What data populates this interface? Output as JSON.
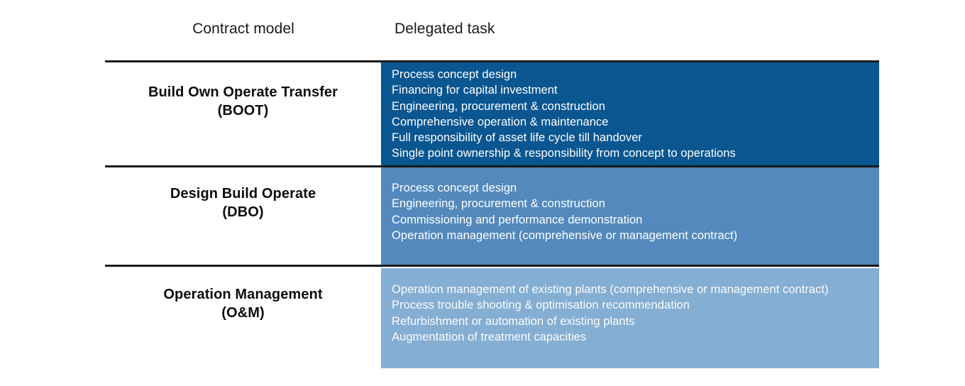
{
  "headers": {
    "contract_model": "Contract model",
    "delegated_task": "Delegated task"
  },
  "colors": {
    "boot": "#0a5691",
    "dbo": "#5389bd",
    "om": "#84aed2",
    "rule": "#1a1a1a",
    "text_light": "#ffffff",
    "text_dark": "#0d0d0d",
    "background": "#ffffff"
  },
  "rows": [
    {
      "id": "boot",
      "label_line1": "Build Own Operate Transfer",
      "label_line2": "(BOOT)",
      "tasks": [
        "Process concept design",
        "Financing for capital investment",
        "Engineering, procurement & construction",
        "Comprehensive operation & maintenance",
        "Full responsibility of asset life cycle till handover",
        "Single point ownership & responsibility from concept to operations"
      ]
    },
    {
      "id": "dbo",
      "label_line1": "Design Build Operate",
      "label_line2": "(DBO)",
      "tasks": [
        "Process concept design",
        "Engineering, procurement & construction",
        "Commissioning and performance demonstration",
        "Operation management (comprehensive or management contract)"
      ]
    },
    {
      "id": "om",
      "label_line1": "Operation Management",
      "label_line2": "(O&M)",
      "tasks": [
        "Operation management of existing plants (comprehensive or management contract)",
        "Process trouble shooting & optimisation recommendation",
        "Refurbishment or automation of existing plants",
        "Augmentation of treatment capacities"
      ]
    }
  ]
}
